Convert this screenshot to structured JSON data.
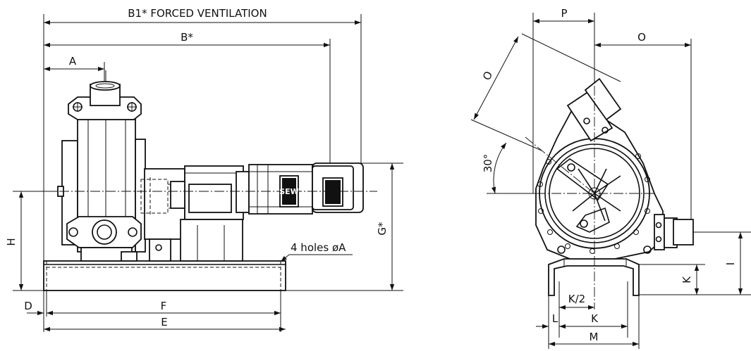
{
  "side_view": {
    "dim_b1": "B1* FORCED VENTILATION",
    "dim_b": "B*",
    "dim_a": "A",
    "dim_h": "H",
    "dim_g": "G*",
    "dim_d": "D",
    "dim_f": "F",
    "dim_e": "E",
    "holes_note": "4 holes øA",
    "logo_text": "SEW"
  },
  "front_view": {
    "dim_p": "P",
    "dim_o_top": "O",
    "dim_o_diag": "O",
    "angle": "30°",
    "dim_i": "I",
    "dim_k_right": "K",
    "dim_k_half": "K/2",
    "dim_k_bottom": "K",
    "dim_l": "L",
    "dim_m": "M"
  }
}
